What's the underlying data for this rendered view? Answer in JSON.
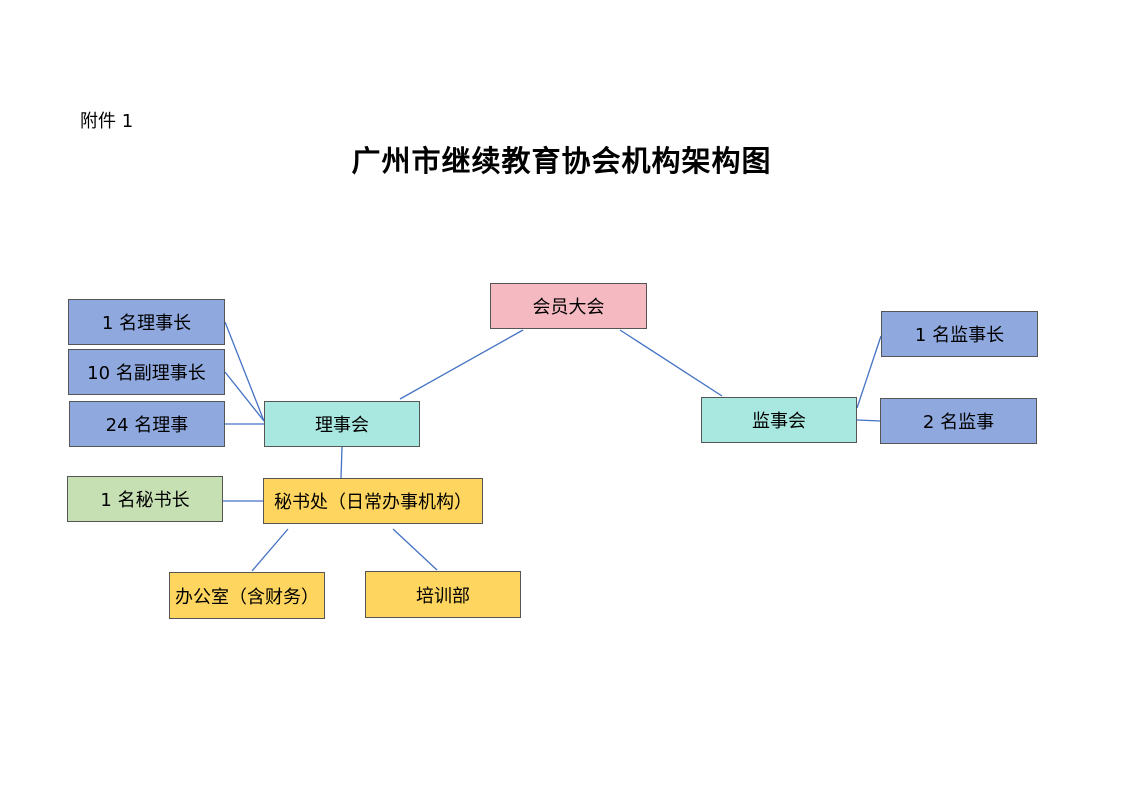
{
  "annex_label": "附件 1",
  "title": "广州市继续教育协会机构架构图",
  "colors": {
    "general_assembly": "#f4b9c1",
    "councils": "#a9e8e0",
    "members": "#8fa9de",
    "secretary_general": "#c6e0b4",
    "secretariat": "#fdd55f",
    "line": "#4472c4"
  },
  "nodes": {
    "general_assembly": "会员大会",
    "council": "理事会",
    "supervisory_board": "监事会",
    "chairman": "1 名理事长",
    "vice_chairmen": "10 名副理事长",
    "directors": "24 名理事",
    "chief_supervisor": "1 名监事长",
    "supervisors": "2 名监事",
    "secretary_general": "1 名秘书长",
    "secretariat": "秘书处（日常办事机构）",
    "office": "办公室（含财务）",
    "training": "培训部"
  }
}
